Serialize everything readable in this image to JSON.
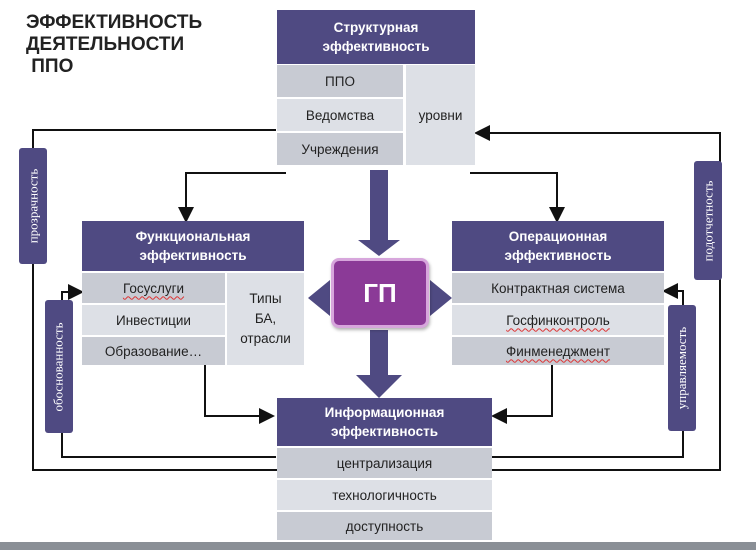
{
  "title": {
    "line1": "ЭФФЕКТИВНОСТЬ",
    "line2": "ДЕЯТЕЛЬНОСТИ",
    "line3": " ППО"
  },
  "structural": {
    "header_line1": "Структурная",
    "header_line2": "эффективность",
    "rows": [
      "ППО",
      "Ведомства",
      "Учреждения"
    ],
    "side": "уровни"
  },
  "functional": {
    "header_line1": "Функциональная",
    "header_line2": "эффективность",
    "rows": [
      "Госуслуги",
      "Инвестиции",
      "Образование…"
    ],
    "side_line1": "Типы",
    "side_line2": "БА,",
    "side_line3": "отрасли"
  },
  "operational": {
    "header_line1": "Операционная",
    "header_line2": "эффективность",
    "rows": [
      "Контрактная система",
      "Госфинконтроль",
      "Финменеджмент"
    ]
  },
  "informational": {
    "header_line1": "Информационная",
    "header_line2": "эффективность",
    "rows": [
      "централизация",
      "технологичность",
      "доступность"
    ]
  },
  "center": "ГП",
  "side_labels": {
    "left_outer": "прозрачность",
    "left_inner": "обоснованность",
    "right_outer": "подотчетность",
    "right_inner": "управляемость"
  },
  "colors": {
    "header": "#4f4a82",
    "row_dark": "#c8cbd3",
    "row_light": "#dde0e6",
    "center": "#8b3a97"
  }
}
